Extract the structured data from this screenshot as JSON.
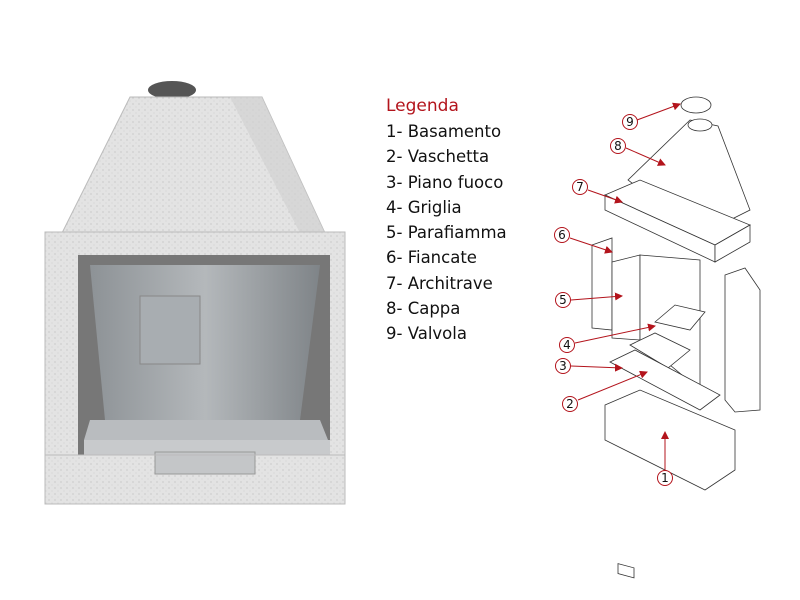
{
  "legend": {
    "title": "Legenda",
    "items": [
      "1- Basamento",
      "2- Vaschetta",
      "3- Piano fuoco",
      "4- Griglia",
      "5- Parafiamma",
      "6- Fiancate",
      "7- Architrave",
      "8- Cappa",
      "9- Valvola"
    ]
  },
  "callouts": [
    "1",
    "2",
    "3",
    "4",
    "5",
    "6",
    "7",
    "8",
    "9"
  ],
  "colors": {
    "accent": "#b3141c",
    "stone": "#e4e4e4",
    "metal": "#9aa0a6"
  }
}
